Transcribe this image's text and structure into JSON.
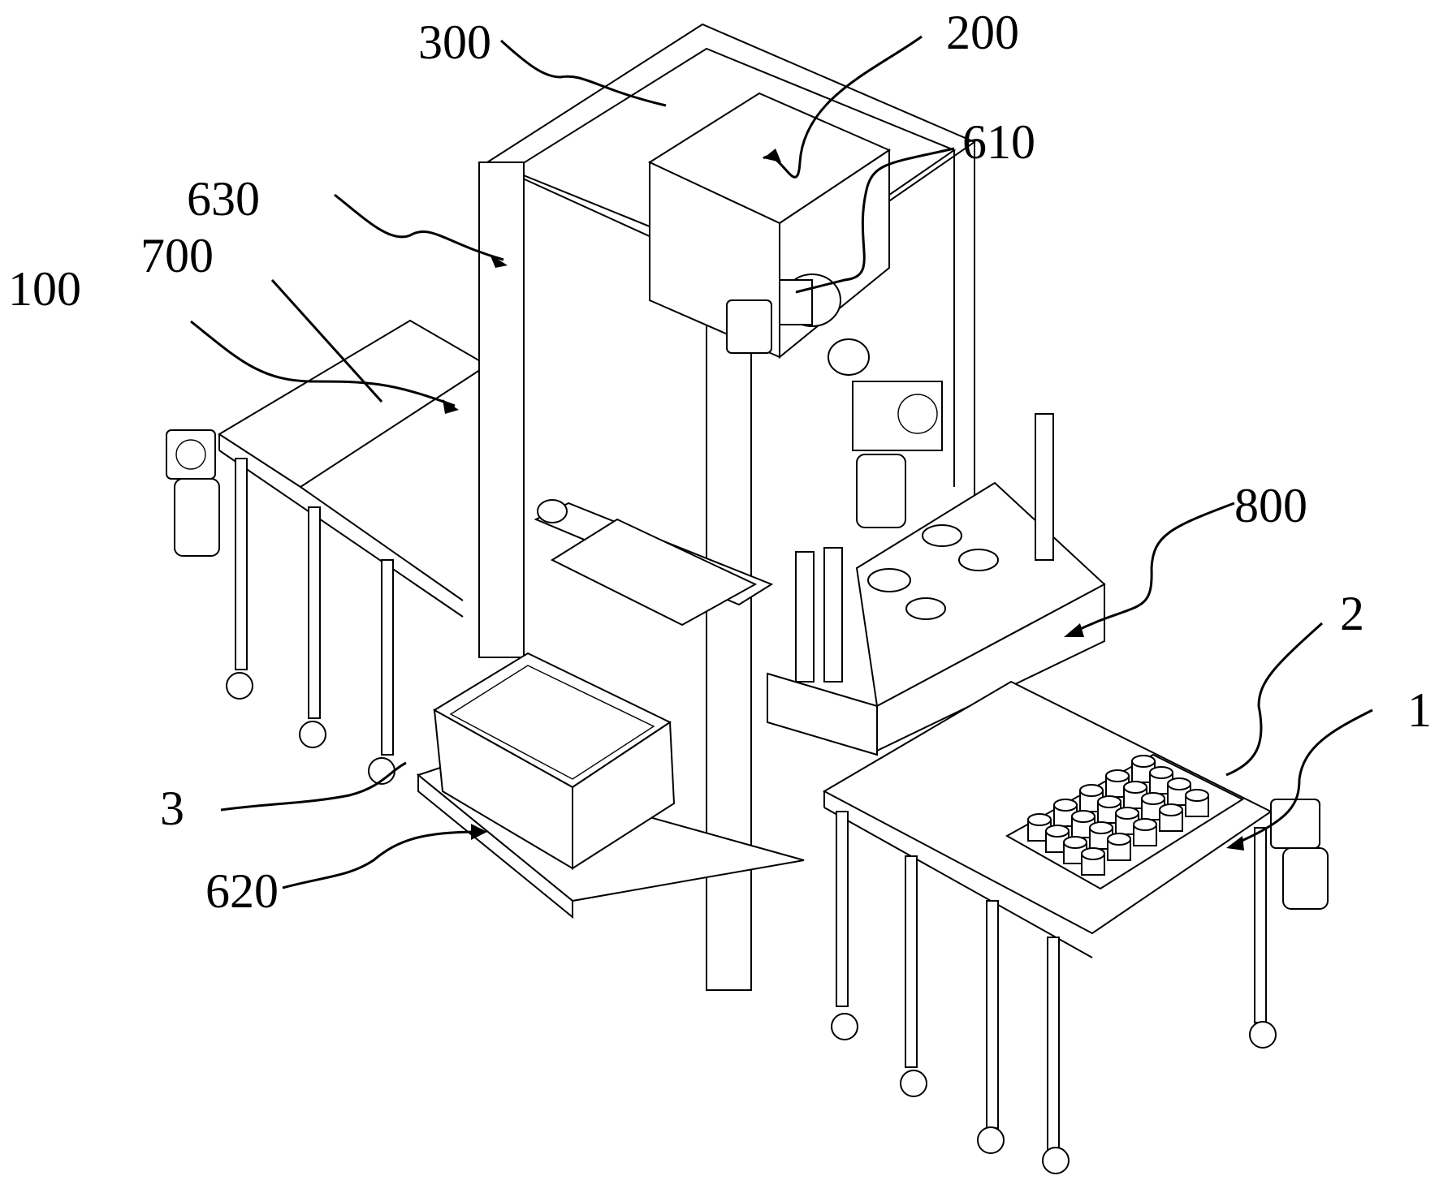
{
  "figure": {
    "type": "patent-perspective-drawing",
    "labels": [
      {
        "id": "300",
        "text": "300",
        "target": "frame"
      },
      {
        "id": "200",
        "text": "200",
        "target": "hopper"
      },
      {
        "id": "610",
        "text": "610",
        "target": "motor"
      },
      {
        "id": "630",
        "text": "630",
        "target": "vertical-guide-rail"
      },
      {
        "id": "700",
        "text": "700",
        "target": "crossbar-roller"
      },
      {
        "id": "100",
        "text": "100",
        "target": "left-conveyor"
      },
      {
        "id": "800",
        "text": "800",
        "target": "tray-station"
      },
      {
        "id": "2",
        "text": "2",
        "target": "cylinder-tray"
      },
      {
        "id": "1",
        "text": "1",
        "target": "right-conveyor"
      },
      {
        "id": "3",
        "text": "3",
        "target": "bin"
      },
      {
        "id": "620",
        "text": "620",
        "target": "roller-platform"
      }
    ]
  }
}
